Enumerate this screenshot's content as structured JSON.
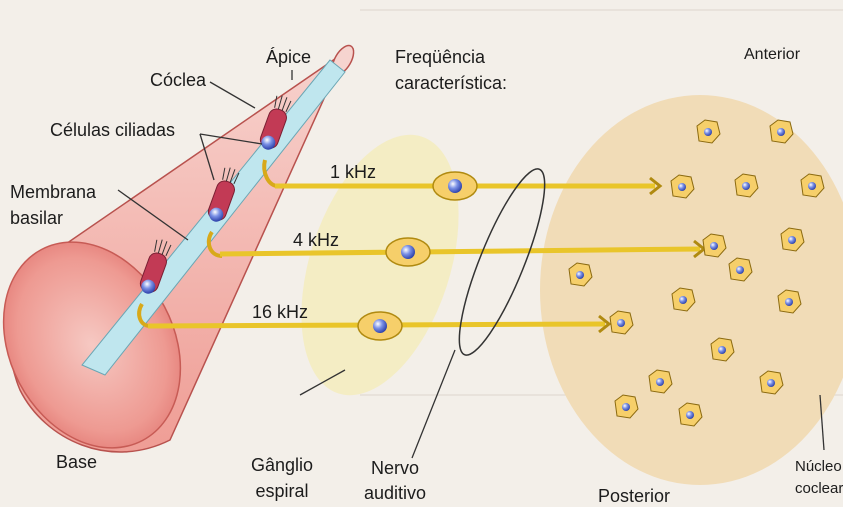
{
  "labels": {
    "apex": "Ápice",
    "cochlea": "Cóclea",
    "hair_cells": "Células ciliadas",
    "basilar_membrane": [
      "Membrana",
      "basilar"
    ],
    "base": "Base",
    "characteristic_frequency": [
      "Freqüência",
      "característica:"
    ],
    "spiral_ganglion": [
      "Gânglio",
      "espiral"
    ],
    "auditory_nerve": [
      "Nervo",
      "auditivo"
    ],
    "anterior": "Anterior",
    "posterior": "Posterior",
    "cochlear_nucleus": [
      "Núcleo",
      "coclear"
    ]
  },
  "frequencies": [
    {
      "label": "1 kHz"
    },
    {
      "label": "4 kHz"
    },
    {
      "label": "16 kHz"
    }
  ],
  "colors": {
    "background": "#f3efe9",
    "cochlea_fill": "#f2b9b3",
    "cochlea_dark": "#e0726d",
    "basilar_membrane": "#bfe6ee",
    "ganglion_fill": "#f4ecc0",
    "nucleus_fill": "#f1dcb7",
    "axon": "#e9c52a",
    "cell_body": "#f6cf6a",
    "hair_cell": "#c23a55",
    "nucleus_blue": "#3d56c7"
  }
}
